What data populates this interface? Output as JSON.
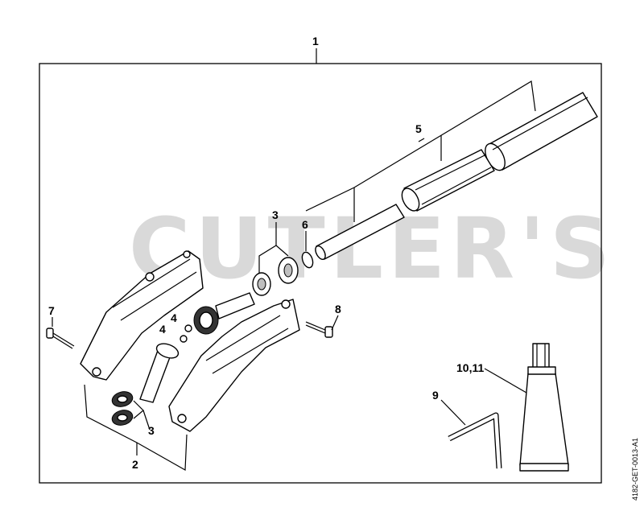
{
  "watermark": {
    "text": "CUTLER'S"
  },
  "document_id": "4182-GET-0013-A1",
  "callouts": {
    "assembly": "1",
    "gear_head": "2",
    "bearing_upper": "3",
    "bearing_lower": "3",
    "ball_upper": "4",
    "ball_lower": "4",
    "shaft_tube": "5",
    "circlip": "6",
    "screw_left": "7",
    "screw_right": "8",
    "hex_key": "9",
    "grease_tube": "10,11"
  },
  "colors": {
    "line": "#000000",
    "watermark": "#d9d9d9",
    "background": "#ffffff"
  }
}
